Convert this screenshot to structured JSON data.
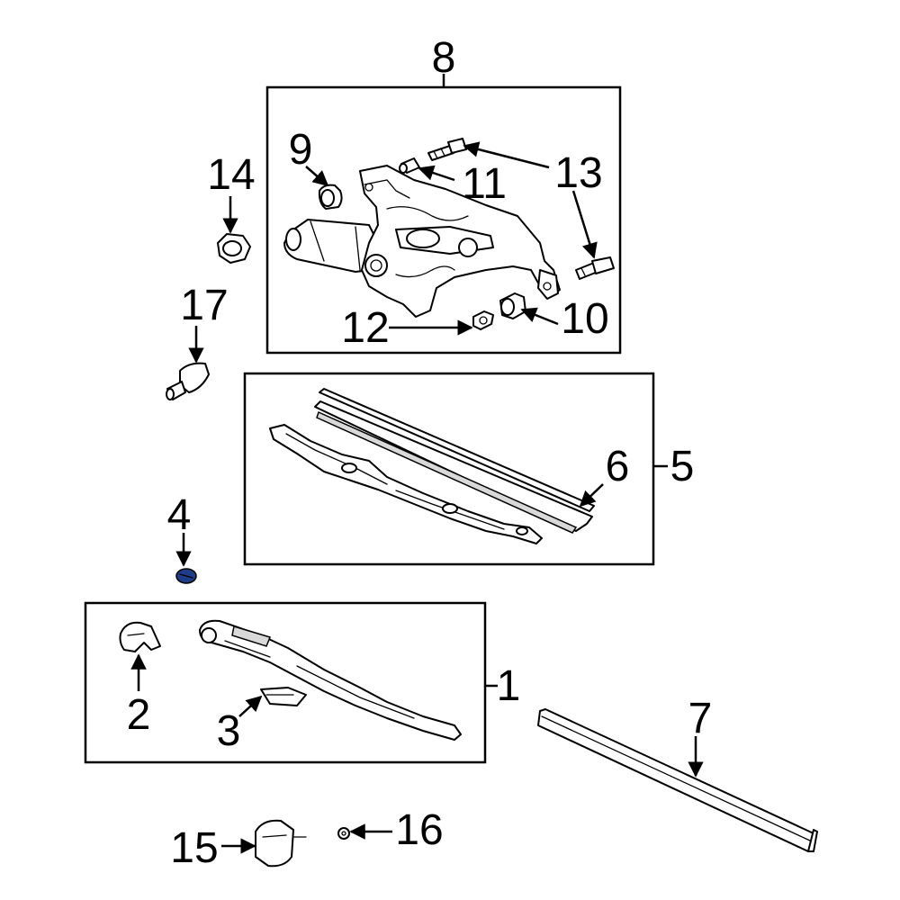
{
  "callouts": {
    "c1": "1",
    "c2": "2",
    "c3": "3",
    "c4": "4",
    "c5": "5",
    "c6": "6",
    "c7": "7",
    "c8": "8",
    "c9": "9",
    "c10": "10",
    "c11": "11",
    "c12": "12",
    "c13": "13",
    "c14": "14",
    "c15": "15",
    "c16": "16",
    "c17": "17"
  },
  "colors": {
    "line": "#000000",
    "background": "#ffffff",
    "part_4_fill": "#1f3c88"
  }
}
